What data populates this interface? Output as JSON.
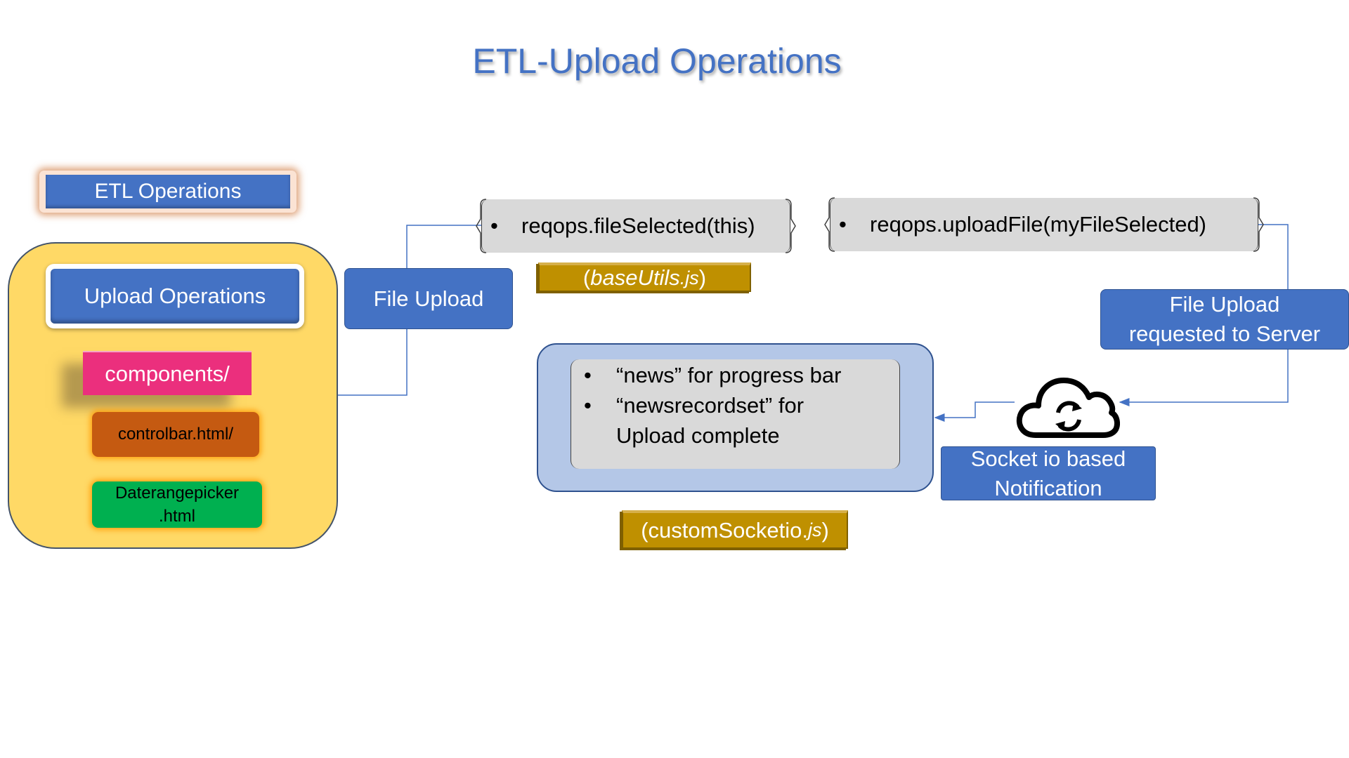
{
  "title": "ETL-Upload Operations",
  "left_panel": {
    "etl_operations": "ETL Operations",
    "upload_operations": "Upload Operations",
    "components": "components/",
    "controlbar": "controlbar.html/",
    "daterangepicker_line1": "Daterangepicker",
    "daterangepicker_line2": ".html"
  },
  "file_upload": "File Upload",
  "file_selected_call": "reqops.fileSelected(this)",
  "base_utils": {
    "open": "(",
    "name": "baseUtils",
    "ext": ".js",
    "close": ")"
  },
  "upload_file_call": "reqops.uploadFile(myFileSelected)",
  "server_request": {
    "line1": "File Upload",
    "line2": "requested to Server"
  },
  "notifications": {
    "item1": "“news” for progress bar",
    "item2_line1": "“newsrecordset” for",
    "item2_line2": "Upload complete"
  },
  "socket_notification": {
    "line1": "Socket io based",
    "line2": "Notification"
  },
  "custom_socketio": {
    "prefix": "(customSocketio.",
    "ext": "js",
    "close": ")"
  },
  "icons": {
    "cloud": "cloud-sync-icon"
  },
  "colors": {
    "title": "#4472c4",
    "blue_box": "#4472c4",
    "container": "#ffd966",
    "components": "#eb2f7d",
    "controlbar": "#c55a11",
    "daterangepicker": "#00b050",
    "scroll": "#bf9000",
    "notification_panel": "#b4c7e7",
    "gray_box": "#d9d9d9"
  }
}
